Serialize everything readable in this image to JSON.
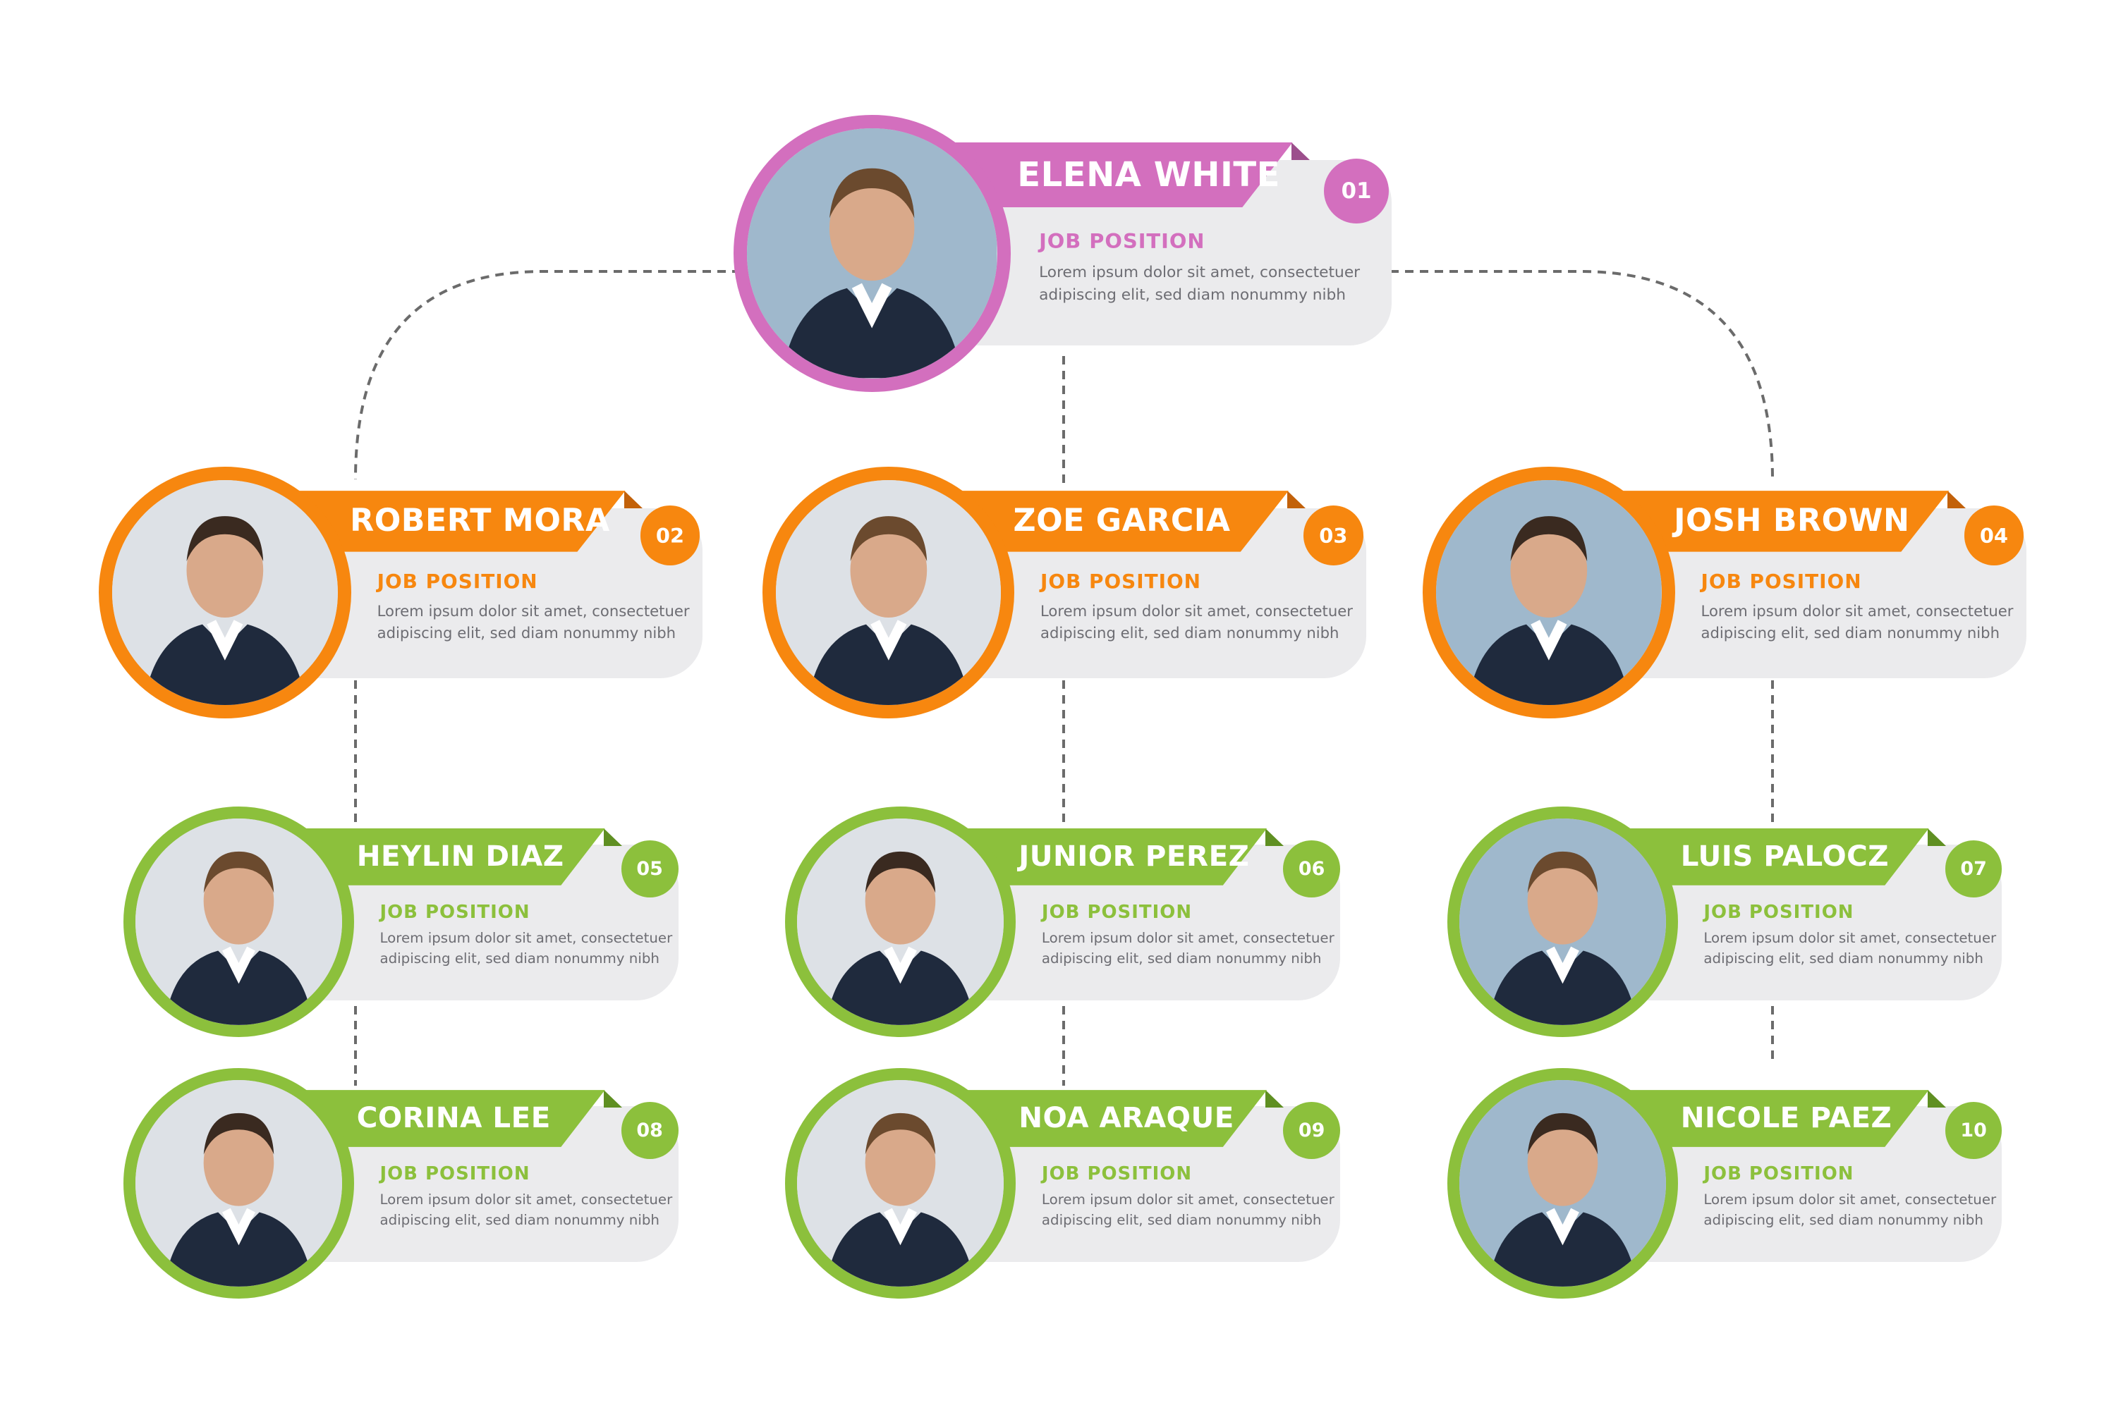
{
  "colors": {
    "pink": "#d36fbe",
    "orange": "#f7870f",
    "green": "#8cc03c",
    "card": "#ebebed",
    "connector": "#6b6b6b"
  },
  "people": [
    {
      "number": "01",
      "name": "ELENA WHITE",
      "job_position": "JOB POSITION",
      "description_line1": "Lorem ipsum dolor sit amet, consectetuer",
      "description_line2": "adipiscing elit, sed diam nonummy nibh",
      "level": 1,
      "color": "pink"
    },
    {
      "number": "02",
      "name": "ROBERT MORA",
      "job_position": "JOB POSITION",
      "description_line1": "Lorem ipsum dolor sit amet, consectetuer",
      "description_line2": "adipiscing elit, sed diam nonummy nibh",
      "level": 2,
      "color": "orange"
    },
    {
      "number": "03",
      "name": "ZOE GARCIA",
      "job_position": "JOB POSITION",
      "description_line1": "Lorem ipsum dolor sit amet, consectetuer",
      "description_line2": "adipiscing elit, sed diam nonummy nibh",
      "level": 2,
      "color": "orange"
    },
    {
      "number": "04",
      "name": "JOSH BROWN",
      "job_position": "JOB POSITION",
      "description_line1": "Lorem ipsum dolor sit amet, consectetuer",
      "description_line2": "adipiscing elit, sed diam nonummy nibh",
      "level": 2,
      "color": "orange"
    },
    {
      "number": "05",
      "name": "HEYLIN DIAZ",
      "job_position": "JOB POSITION",
      "description_line1": "Lorem ipsum dolor sit amet, consectetuer",
      "description_line2": "adipiscing elit, sed diam nonummy nibh",
      "level": 3,
      "color": "green"
    },
    {
      "number": "06",
      "name": "JUNIOR PEREZ",
      "job_position": "JOB POSITION",
      "description_line1": "Lorem ipsum dolor sit amet, consectetuer",
      "description_line2": "adipiscing elit, sed diam nonummy nibh",
      "level": 3,
      "color": "green"
    },
    {
      "number": "07",
      "name": "LUIS PALOCZ",
      "job_position": "JOB POSITION",
      "description_line1": "Lorem ipsum dolor sit amet, consectetuer",
      "description_line2": "adipiscing elit, sed diam nonummy nibh",
      "level": 3,
      "color": "green"
    },
    {
      "number": "08",
      "name": "CORINA LEE",
      "job_position": "JOB POSITION",
      "description_line1": "Lorem ipsum dolor sit amet, consectetuer",
      "description_line2": "adipiscing elit, sed diam nonummy nibh",
      "level": 3,
      "color": "green"
    },
    {
      "number": "09",
      "name": "NOA ARAQUE",
      "job_position": "JOB POSITION",
      "description_line1": "Lorem ipsum dolor sit amet, consectetuer",
      "description_line2": "adipiscing elit, sed diam nonummy nibh",
      "level": 3,
      "color": "green"
    },
    {
      "number": "10",
      "name": "NICOLE PAEZ",
      "job_position": "JOB POSITION",
      "description_line1": "Lorem ipsum dolor sit amet, consectetuer",
      "description_line2": "adipiscing elit, sed diam nonummy nibh",
      "level": 3,
      "color": "green"
    }
  ]
}
